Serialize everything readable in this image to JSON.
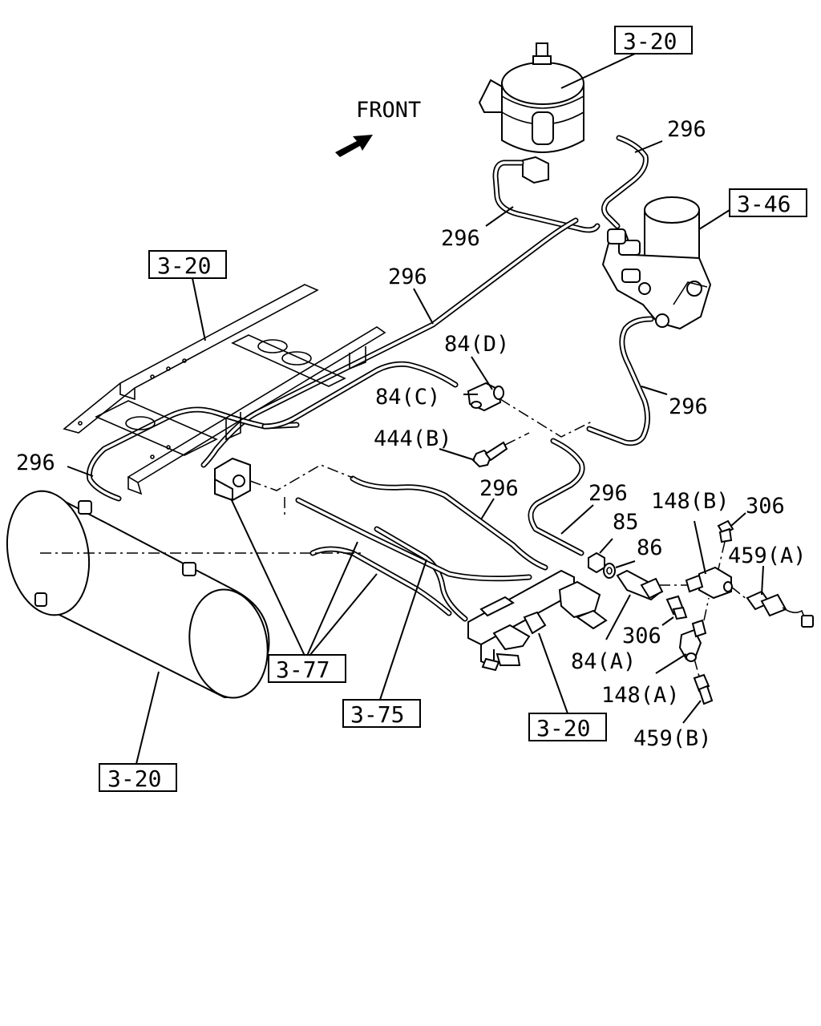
{
  "direction_label": "FRONT",
  "refs": {
    "r1": "3-20",
    "r2": "3-46",
    "r3": "3-20",
    "r4": "3-77",
    "r5": "3-75",
    "r6": "3-20",
    "r7": "3-20"
  },
  "labels": {
    "p296_top": "296",
    "p296_upper": "296",
    "p296_mid": "296",
    "p296_right": "296",
    "p296_left": "296",
    "p296_center": "296",
    "p296_lower": "296",
    "p84d": "84(D)",
    "p84c": "84(C)",
    "p444b": "444(B)",
    "p85": "85",
    "p86": "86",
    "p148b": "148(B)",
    "p306_top": "306",
    "p459a": "459(A)",
    "p306_bot": "306",
    "p84a": "84(A)",
    "p148a": "148(A)",
    "p459b": "459(B)"
  }
}
